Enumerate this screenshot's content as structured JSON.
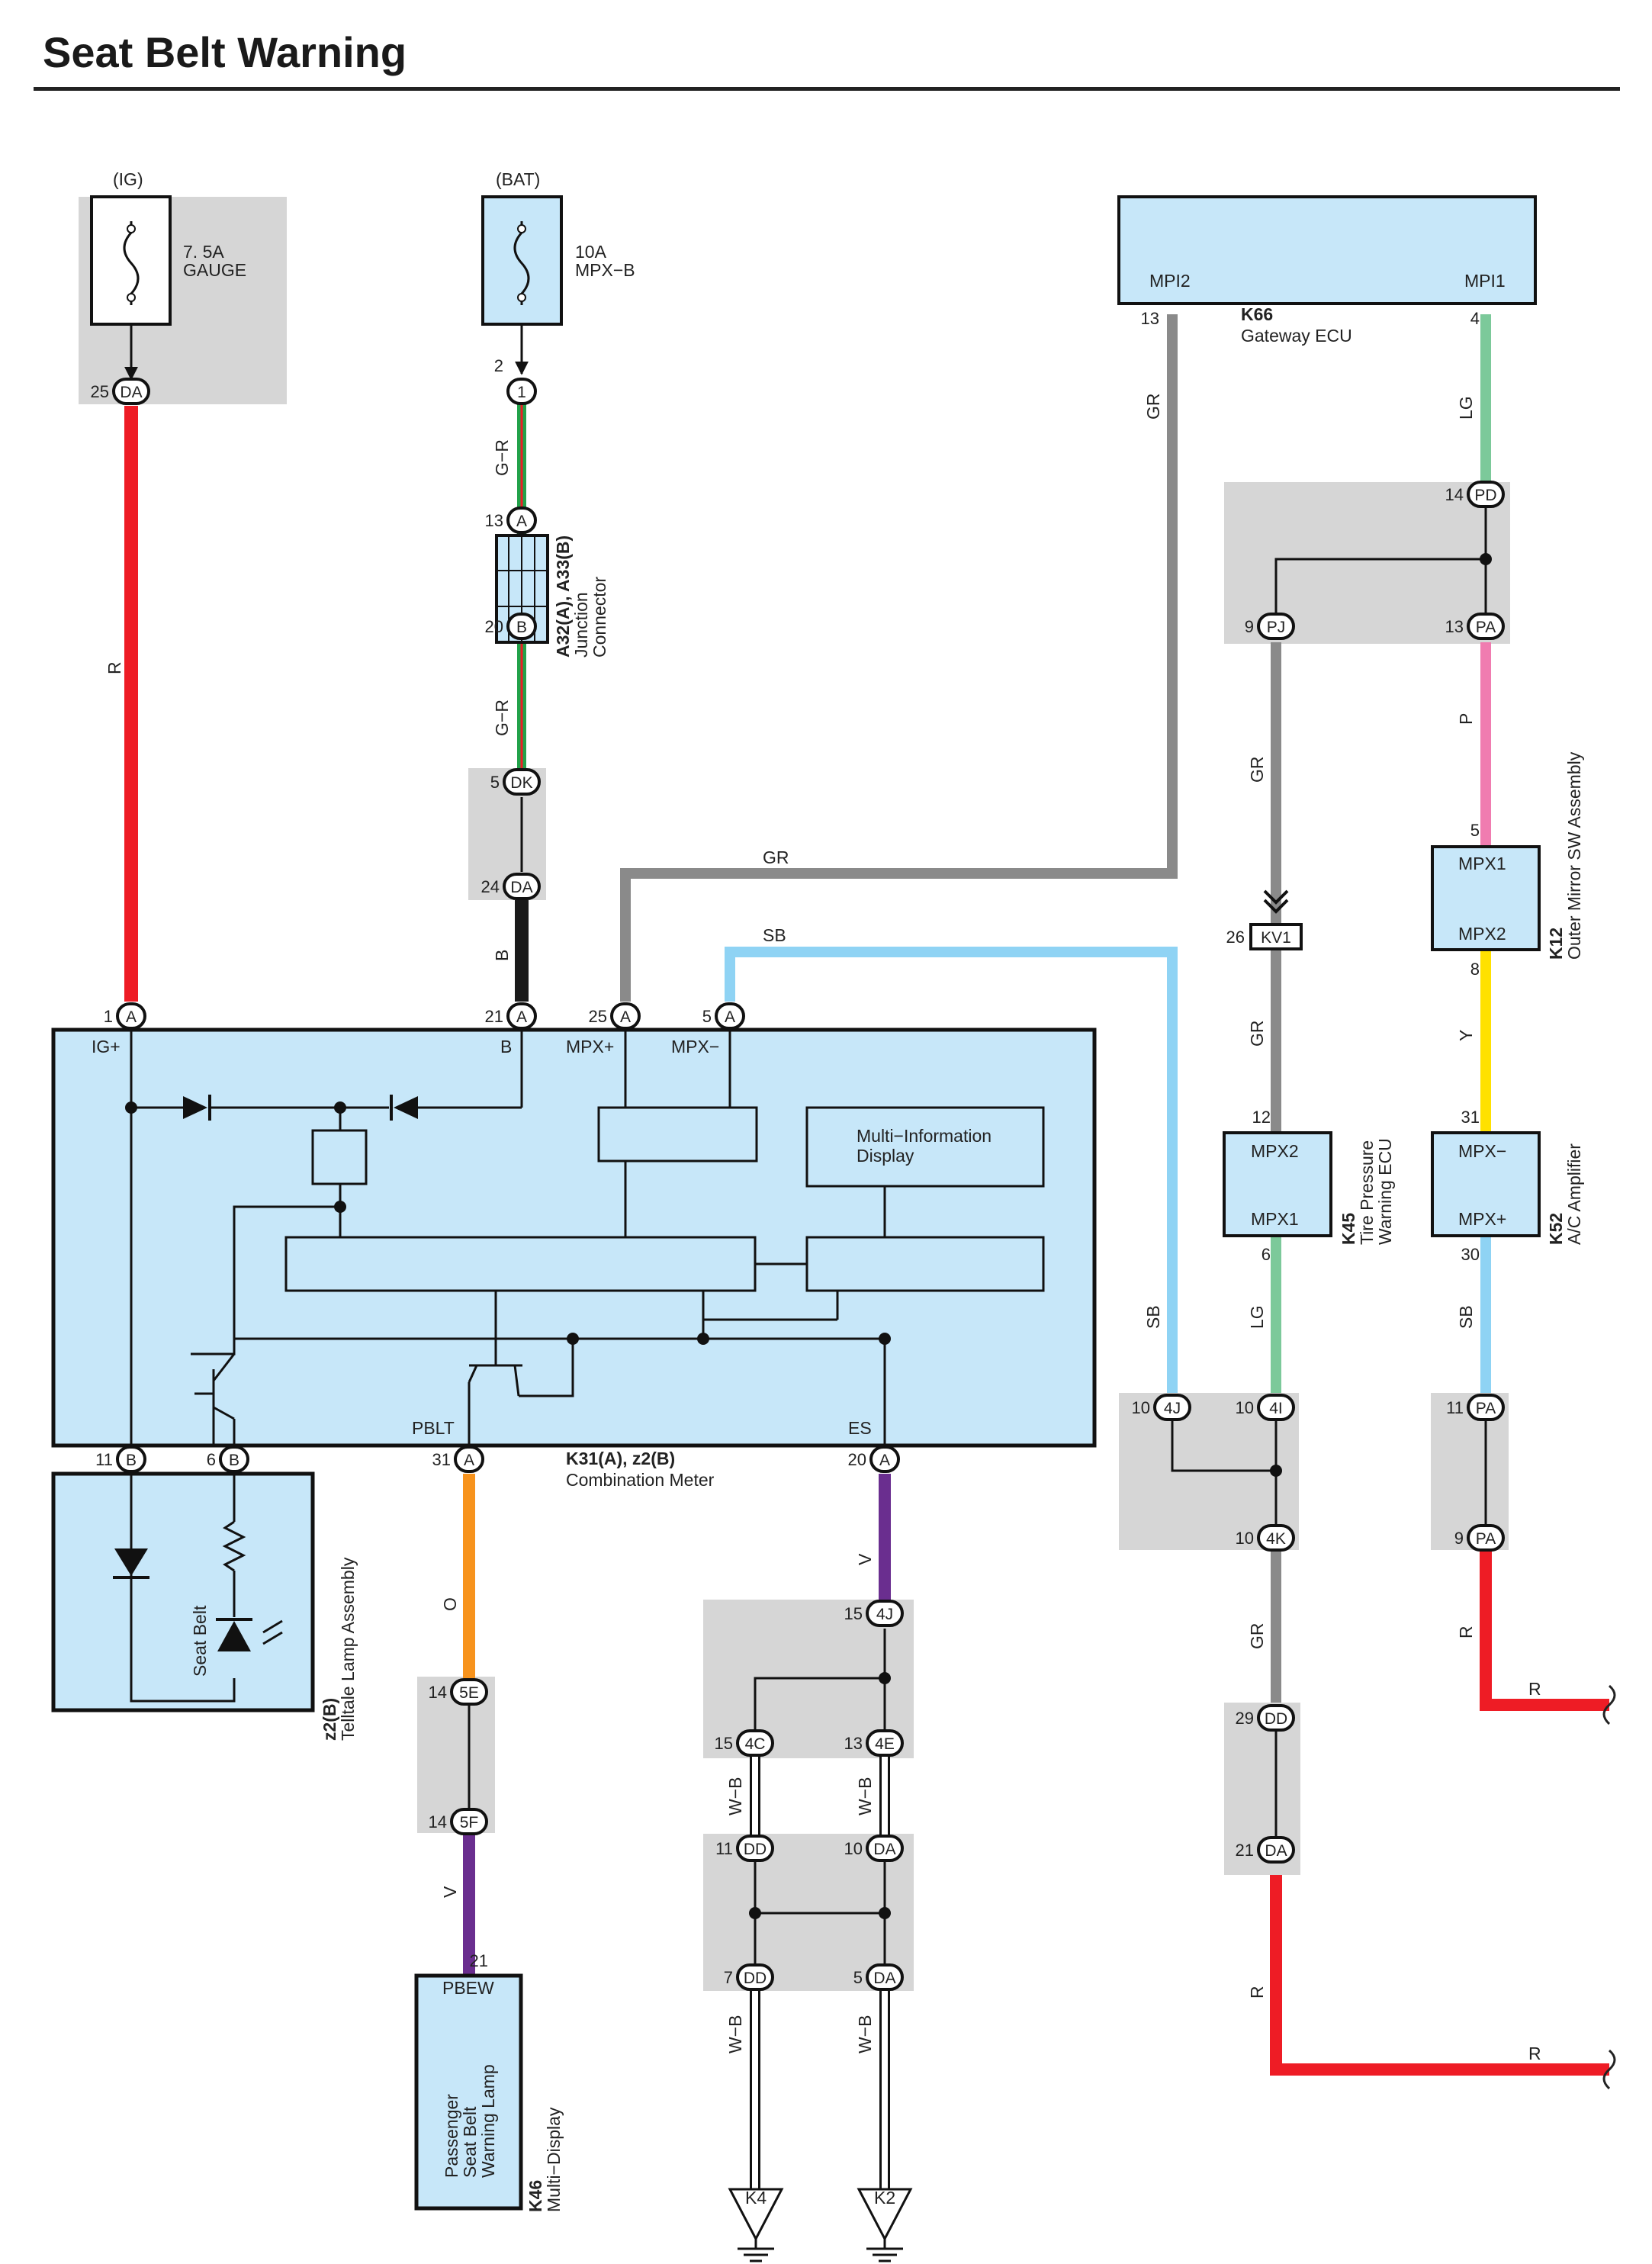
{
  "title": "Seat Belt Warning",
  "colors": {
    "R": "#ee1c25",
    "B": "#1a1a1a",
    "GR": "#8a8a8a",
    "SB": "#8fd3f4",
    "LG": "#7cc99a",
    "P": "#f07cb0",
    "Y": "#ffe100",
    "O": "#f7931d",
    "V": "#6a2e8f",
    "G": "#22a24a",
    "box_fill": "#c7e7f9",
    "shade": "#d6d6d6"
  },
  "power": {
    "ig": "(IG)",
    "bat": "(BAT)",
    "fuse_ig": [
      "7. 5A",
      "GAUGE"
    ],
    "fuse_bat": [
      "10A",
      "MPX−B"
    ]
  },
  "wires": {
    "r": "R",
    "gr": "G−R",
    "b": "B",
    "grey": "GR",
    "sb": "SB",
    "lg": "LG",
    "p": "P",
    "y": "Y",
    "o": "O",
    "v": "V",
    "wb": "W−B"
  },
  "connectors": {
    "da": "DA",
    "one": "1",
    "a": "A",
    "b": "B",
    "dk": "DK",
    "pd": "PD",
    "pj": "PJ",
    "pa": "PA",
    "kv1": "KV1",
    "four_j": "4J",
    "four_i": "4I",
    "four_k": "4K",
    "dd": "DD",
    "five_e": "5E",
    "five_f": "5F",
    "four_c": "4C",
    "four_e": "4E"
  },
  "pins": {
    "p25": "25",
    "p2": "2",
    "p13": "13",
    "p20": "20",
    "p5": "5",
    "p24": "24",
    "p1": "1",
    "p21": "21",
    "p4": "4",
    "p14": "14",
    "p9": "9",
    "p26": "26",
    "p12": "12",
    "p6": "6",
    "p8": "8",
    "p31": "31",
    "p30": "30",
    "p10": "10",
    "p11": "11",
    "p29": "29",
    "p15": "15",
    "p7": "7"
  },
  "components": {
    "junction": [
      "A32(A), A33(B)",
      "Junction",
      "Connector"
    ],
    "gateway": {
      "code": "K66",
      "name": "Gateway ECU",
      "pin_left": "MPI2",
      "pin_right": "MPI1"
    },
    "mirror": {
      "code": "K12",
      "name": "Outer Mirror SW Assembly",
      "top": "MPX1",
      "bottom": "MPX2"
    },
    "tpws": {
      "code": "K45",
      "name": [
        "Tire Pressure",
        "Warning ECU"
      ],
      "top": "MPX2",
      "bottom": "MPX1"
    },
    "ac": {
      "code": "K52",
      "name": "A/C Amplifier",
      "top": "MPX−",
      "bottom": "MPX+"
    },
    "meter": {
      "code": "K31(A), z2(B)",
      "name": "Combination Meter",
      "terms": {
        "ig": "IG+",
        "b": "B",
        "mpxp": "MPX+",
        "mpxm": "MPX−",
        "pblt": "PBLT",
        "es": "ES"
      },
      "mid": [
        "Multi−Information",
        "Display"
      ]
    },
    "telltale": {
      "code": "z2(B)",
      "name": "Telltale Lamp Assembly",
      "lamp": "Seat Belt"
    },
    "multi": {
      "code": "K46",
      "name": "Multi−Display",
      "term": "PBEW",
      "body": [
        "Passenger",
        "Seat Belt",
        "Warning Lamp"
      ]
    },
    "ground_k4": "K4",
    "ground_k2": "K2"
  }
}
